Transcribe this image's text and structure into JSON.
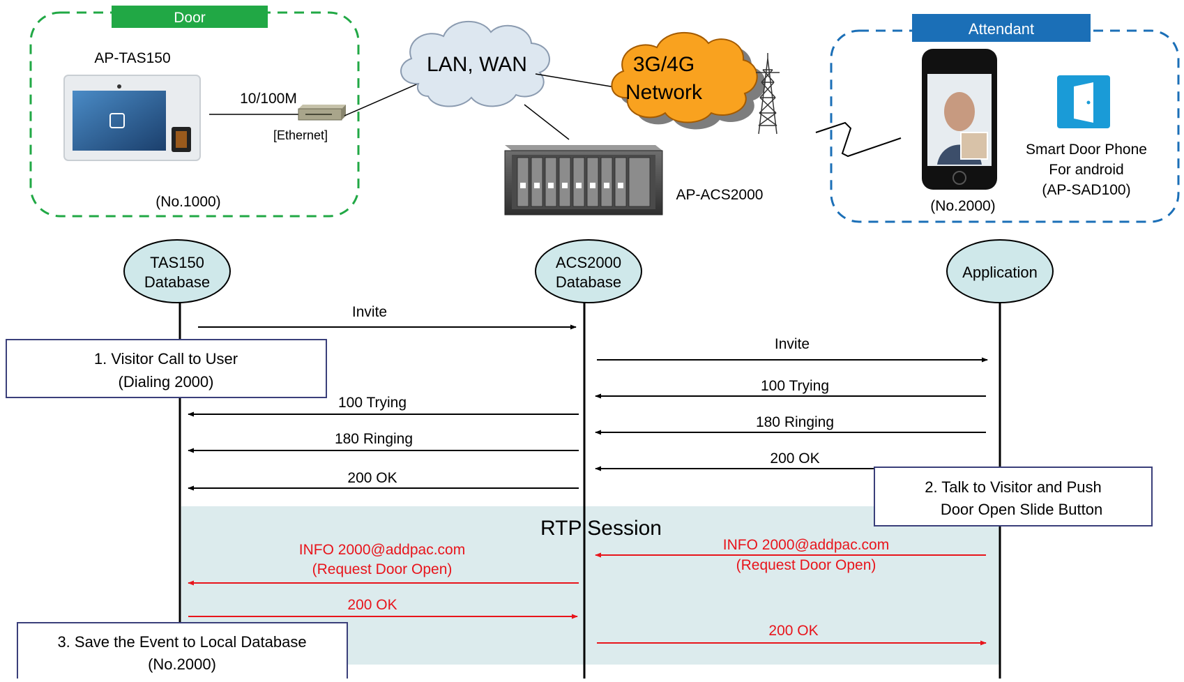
{
  "zones": {
    "door": {
      "title": "Door",
      "color": "#21a845"
    },
    "attendant": {
      "title": "Attendant",
      "color": "#1b6fb7"
    }
  },
  "devices": {
    "tas150": {
      "name": "AP-TAS150",
      "number": "(No.1000)"
    },
    "link": {
      "speed": "10/100M",
      "interface": "[Ethernet]"
    },
    "acs2000": {
      "name": "AP-ACS2000"
    },
    "phone": {
      "number": "(No.2000)"
    },
    "app": {
      "line1": "Smart Door Phone",
      "line2": "For android",
      "line3": "(AP-SAD100)"
    }
  },
  "clouds": {
    "lan": "LAN, WAN",
    "mobile_line1": "3G/4G",
    "mobile_line2": "Network"
  },
  "participants": [
    {
      "line1": "TAS150",
      "line2": "Database"
    },
    {
      "line1": "ACS2000",
      "line2": "Database"
    },
    {
      "line1": "Application",
      "line2": ""
    }
  ],
  "rtp_session": "RTP Session",
  "messages": {
    "invite_1": "Invite",
    "invite_2": "Invite",
    "trying_right": "100 Trying",
    "trying_left": "100 Trying",
    "ringing_right": "180 Ringing",
    "ringing_left": "180 Ringing",
    "ok_right": "200 OK",
    "ok_left": "200 OK",
    "info_right_1": "INFO 2000@addpac.com",
    "info_right_2": "(Request Door Open)",
    "info_left_1": "INFO 2000@addpac.com",
    "info_left_2": "(Request Door Open)",
    "ok_red_left": "200 OK",
    "ok_red_right": "200 OK"
  },
  "notes": {
    "step1_line1": "1. Visitor Call to User",
    "step1_line2": "(Dialing 2000)",
    "step2_line1": "2. Talk to Visitor and Push",
    "step2_line2": "Door Open Slide Button",
    "step3_line1": "3. Save the Event to Local Database",
    "step3_line2": "(No.2000)"
  },
  "colors": {
    "participant_fill": "#cfe8ea",
    "rtp_fill": "#dcebed",
    "red": "#e8141b",
    "note_border": "#3a3f7a"
  }
}
